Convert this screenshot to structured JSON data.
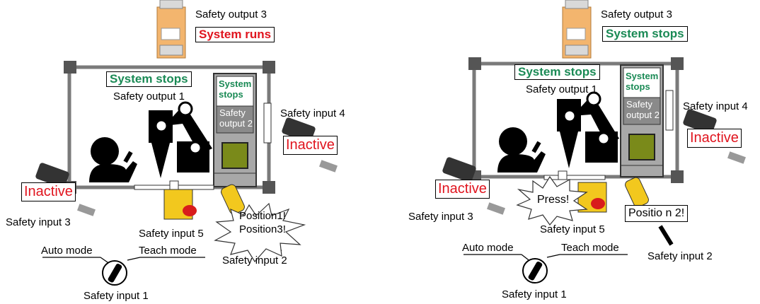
{
  "colors": {
    "red": "#e0141e",
    "green": "#1a8a55",
    "frame": "#7a7a7a",
    "yellow": "#f2c81e",
    "cabinet": "#a8a8a8",
    "relay": "#f3b56e"
  },
  "left": {
    "safety_output_3": "Safety output 3",
    "relay_status": "System runs",
    "cell_status": "System stops",
    "safety_output_1": "Safety output 1",
    "ctrl_status_line1": "System",
    "ctrl_status_line2": "stops",
    "safety_output_2_line1": "Safety",
    "safety_output_2_line2": "output 2",
    "safety_input_4": "Safety input 4",
    "input_4_state": "Inactive",
    "input_3_state": "Inactive",
    "safety_input_3": "Safety input 3",
    "safety_input_5": "Safety input 5",
    "burst_line1": "Position1!",
    "burst_line2": "Position3!",
    "safety_input_2": "Safety input 2",
    "auto_mode": "Auto mode",
    "teach_mode": "Teach mode",
    "safety_input_1": "Safety input 1"
  },
  "right": {
    "safety_output_3": "Safety output 3",
    "relay_status": "System stops",
    "cell_status": "System stops",
    "safety_output_1": "Safety output 1",
    "ctrl_status_line1": "System",
    "ctrl_status_line2": "stops",
    "safety_output_2_line1": "Safety",
    "safety_output_2_line2": "output 2",
    "safety_input_4": "Safety input 4",
    "input_4_state": "Inactive",
    "input_3_state": "Inactive",
    "safety_input_3": "Safety input 3",
    "press_label": "Press!",
    "safety_input_5": "Safety input 5",
    "position_label": "Positio n 2!",
    "safety_input_2": "Safety input 2",
    "auto_mode": "Auto mode",
    "teach_mode": "Teach mode",
    "safety_input_1": "Safety input 1"
  }
}
